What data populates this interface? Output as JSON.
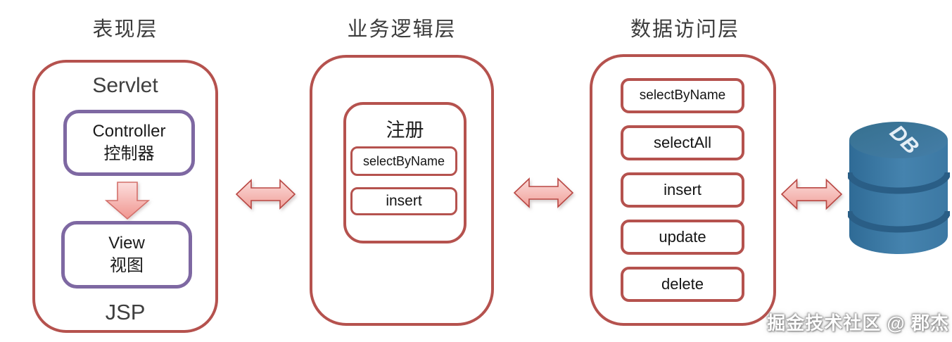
{
  "titles": {
    "presentation": "表现层",
    "business": "业务逻辑层",
    "data_access": "数据访问层"
  },
  "presentation": {
    "top_label": "Servlet",
    "controller": {
      "line1": "Controller",
      "line2": "控制器"
    },
    "view": {
      "line1": "View",
      "line2": "视图"
    },
    "bottom_label": "JSP"
  },
  "business": {
    "module": {
      "title": "注册",
      "methods": [
        "selectByName",
        "insert"
      ]
    }
  },
  "data_access": {
    "methods": [
      "selectByName",
      "selectAll",
      "insert",
      "update",
      "delete"
    ]
  },
  "database": {
    "label": "DB"
  },
  "watermark": {
    "text": "掘金技术社区 @ 郡杰"
  },
  "colors": {
    "layer_border_red": "#b5524e",
    "inner_border_purple": "#7e68a2",
    "arrow_fill_light": "#fbdbd9",
    "arrow_fill_dark": "#f0a09a",
    "arrow_stroke": "#b94743",
    "db_blue": "#3d7aa6",
    "db_blue_dark": "#2a5e86",
    "db_blue_light": "#4a87b0",
    "title_text": "#3c3c3c"
  }
}
